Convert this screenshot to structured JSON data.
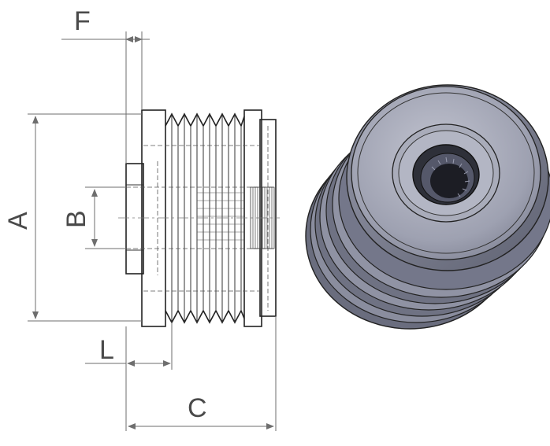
{
  "labels": {
    "F": "F",
    "A": "A",
    "B": "B",
    "L": "L",
    "C": "C"
  },
  "colors": {
    "line": "#6e6e6e",
    "text": "#4a4a4a",
    "pulley_body": "#8a8d9e",
    "pulley_face": "#a4a7b6",
    "pulley_dark": "#3a3c48"
  }
}
